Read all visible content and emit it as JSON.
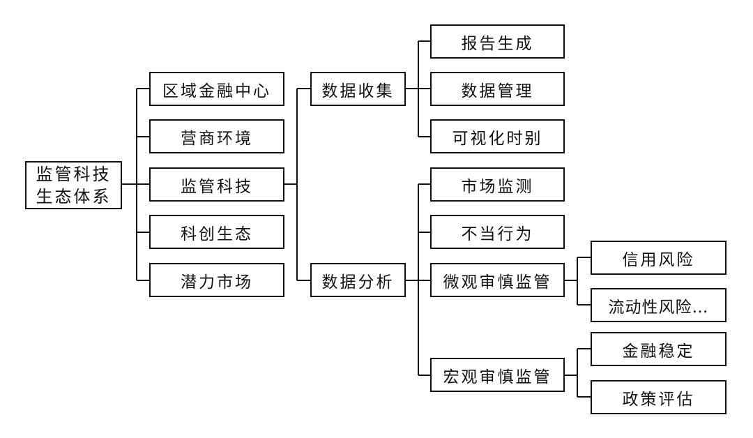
{
  "root": {
    "line1": "监管科技",
    "line2": "生态体系"
  },
  "level1": [
    "区域金融中心",
    "营商环境",
    "监管科技",
    "科创生态",
    "潜力市场"
  ],
  "level2": {
    "collect": "数据收集",
    "analyze": "数据分析"
  },
  "collect_children": [
    "报告生成",
    "数据管理",
    "可视化时别"
  ],
  "analyze_children": [
    "市场监测",
    "不当行为",
    "微观审慎监管",
    "宏观审慎监管"
  ],
  "micro_children": [
    "信用风险",
    "流动性风险…"
  ],
  "macro_children": [
    "金融稳定",
    "政策评估"
  ]
}
